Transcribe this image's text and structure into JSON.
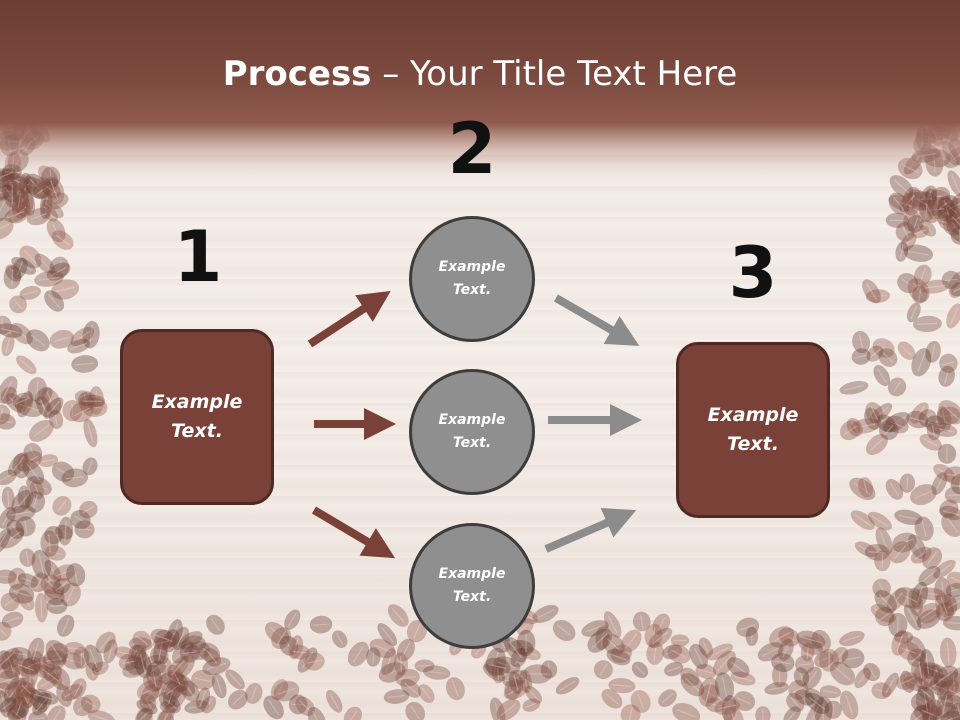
{
  "title": {
    "bold": "Process",
    "rest": " – Your Title Text Here"
  },
  "steps": [
    {
      "number": "1",
      "label": "Example Text."
    },
    {
      "number": "2",
      "circles": [
        "Example Text.",
        "Example Text.",
        "Example Text."
      ]
    },
    {
      "number": "3",
      "label": "Example Text."
    }
  ],
  "colors": {
    "box_fill": "#7a4138",
    "arrow_brown": "#7a4138",
    "arrow_gray": "#8c8c8c",
    "circle_fill": "#8f8f8f",
    "header": "#7c4a3f"
  }
}
